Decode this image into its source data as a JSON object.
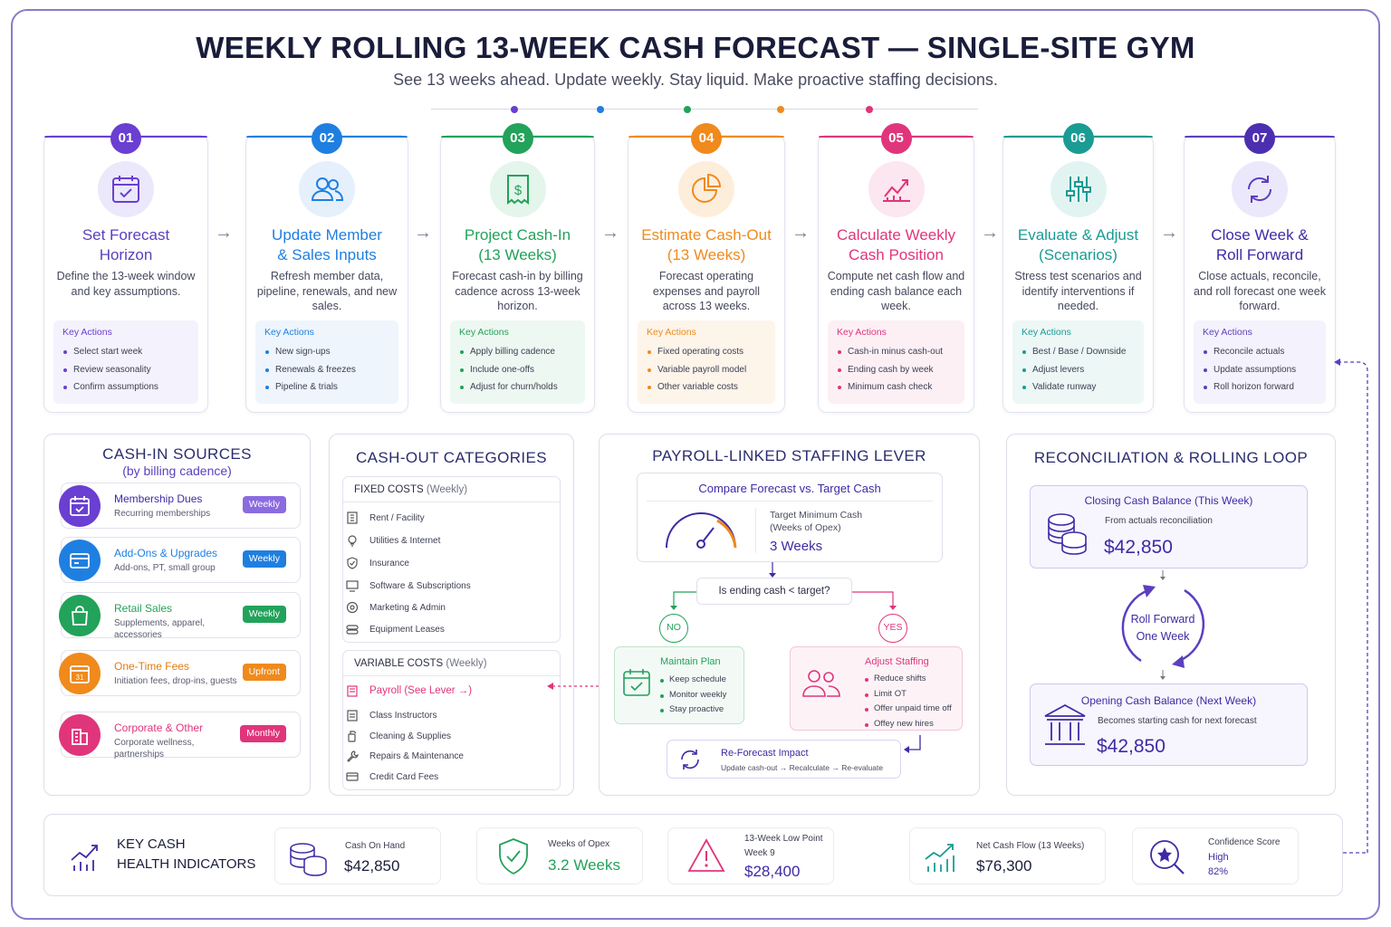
{
  "title": "WEEKLY ROLLING 13-WEEK CASH FORECAST — SINGLE-SITE GYM",
  "subtitle": "See 13 weeks ahead. Update weekly. Stay liquid. Make proactive staffing decisions.",
  "colors": {
    "purple": "#6a3fd1",
    "blue": "#1f7fe0",
    "green": "#22a25a",
    "orange": "#f08a1c",
    "pink": "#e0357a",
    "teal": "#1a9b93",
    "violet": "#5b3fbf"
  },
  "key_actions_label": "Key Actions",
  "steps": [
    {
      "num": "01",
      "icon": "calendar-check-icon",
      "title_l1": "Set Forecast",
      "title_l2": "Horizon",
      "desc": "Define the 13-week window and key assumptions.",
      "actions": [
        "Select start week",
        "Review seasonality",
        "Confirm assumptions"
      ]
    },
    {
      "num": "02",
      "icon": "users-icon",
      "title_l1": "Update Member",
      "title_l2": "& Sales Inputs",
      "desc": "Refresh member data, pipeline, renewals, and new sales.",
      "actions": [
        "New sign-ups",
        "Renewals & freezes",
        "Pipeline & trials"
      ]
    },
    {
      "num": "03",
      "icon": "receipt-dollar-icon",
      "title_l1": "Project Cash-In",
      "title_l2": "(13 Weeks)",
      "desc": "Forecast cash-in by billing cadence across 13-week horizon.",
      "actions": [
        "Apply billing cadence",
        "Include one-offs",
        "Adjust for churn/holds"
      ]
    },
    {
      "num": "04",
      "icon": "pie-chart-icon",
      "title_l1": "Estimate Cash-Out",
      "title_l2": "(13 Weeks)",
      "desc": "Forecast operating expenses and payroll across 13 weeks.",
      "actions": [
        "Fixed operating costs",
        "Variable payroll model",
        "Other variable costs"
      ]
    },
    {
      "num": "05",
      "icon": "trend-chart-icon",
      "title_l1": "Calculate Weekly",
      "title_l2": "Cash Position",
      "desc": "Compute net cash flow and ending cash balance each week.",
      "actions": [
        "Cash-in minus cash-out",
        "Ending cash by week",
        "Minimum cash check"
      ]
    },
    {
      "num": "06",
      "icon": "sliders-icon",
      "title_l1": "Evaluate & Adjust",
      "title_l2": "(Scenarios)",
      "desc": "Stress test scenarios and identify interventions if needed.",
      "actions": [
        "Best / Base / Downside",
        "Adjust levers",
        "Validate runway"
      ]
    },
    {
      "num": "07",
      "icon": "refresh-icon",
      "title_l1": "Close Week &",
      "title_l2": "Roll Forward",
      "desc": "Close actuals, reconcile, and roll forecast one week forward.",
      "actions": [
        "Reconcile actuals",
        "Update assumptions",
        "Roll horizon forward"
      ]
    }
  ],
  "cash_in": {
    "title": "CASH-IN  SOURCES",
    "subtitle": "(by billing cadence)",
    "items": [
      {
        "name": "Membership Dues",
        "sub": "Recurring memberships",
        "badge": "Weekly",
        "icon": "calendar-check-icon"
      },
      {
        "name": "Add-Ons & Upgrades",
        "sub": "Add-ons, PT, small group",
        "badge": "Weekly",
        "icon": "credit-card-icon"
      },
      {
        "name": "Retail Sales",
        "sub": "Supplements, apparel, accessories",
        "badge": "Weekly",
        "icon": "shopping-bag-icon"
      },
      {
        "name": "One-Time Fees",
        "sub": "Initiation fees, drop-ins, guests",
        "badge": "Upfront",
        "icon": "calendar-31-icon"
      },
      {
        "name": "Corporate & Other",
        "sub": "Corporate wellness, partnerships",
        "badge": "Monthly",
        "icon": "building-icon"
      }
    ]
  },
  "cash_out": {
    "title": "CASH-OUT CATEGORIES",
    "fixed_label": "FIXED COSTS",
    "fixed_period": "(Weekly)",
    "fixed": [
      "Rent / Facility",
      "Utilities & Internet",
      "Insurance",
      "Software & Subscriptions",
      "Marketing & Admin",
      "Equipment Leases"
    ],
    "variable_label": "VARIABLE COSTS",
    "variable_period": "(Weekly)",
    "payroll": "Payroll (See Lever →)",
    "variable": [
      "Class Instructors",
      "Cleaning & Supplies",
      "Repairs & Maintenance",
      "Credit Card Fees"
    ]
  },
  "payroll": {
    "title": "PAYROLL-LINKED STAFFING LEVER",
    "compare_title": "Compare Forecast vs. Target Cash",
    "target_label_l1": "Target Minimum Cash",
    "target_label_l2": "(Weeks of Opex)",
    "target_value": "3 Weeks",
    "question": "Is ending cash < target?",
    "no": "NO",
    "yes": "YES",
    "maintain_title": "Maintain Plan",
    "maintain": [
      "Keep schedule",
      "Monitor weekly",
      "Stay proactive"
    ],
    "adjust_title": "Adjust Staffing",
    "adjust": [
      "Reduce shifts",
      "Limit OT",
      "Offer unpaid time off",
      "Offey new hires"
    ],
    "reforecast_title": "Re-Forecast Impact",
    "reforecast_sub": "Update cash-out → Recalculate → Re-evaluate"
  },
  "recon": {
    "title": "RECONCILIATION & ROLLING LOOP",
    "closing_title": "Closing Cash Balance (This Week)",
    "closing_sub": "From actuals reconciliation",
    "closing_value": "$42,850",
    "roll_l1": "Roll Forward",
    "roll_l2": "One Week",
    "opening_title": "Opening Cash Balance (Next Week)",
    "opening_sub": "Becomes starting cash for next forecast",
    "opening_value": "$42,850"
  },
  "kpis": {
    "title_l1": "KEY CASH",
    "title_l2": "HEALTH INDICATORS",
    "cash_on_hand_label": "Cash On Hand",
    "cash_on_hand": "$42,850",
    "weeks_opex_label": "Weeks of Opex",
    "weeks_opex": "3.2 Weeks",
    "low_point_label": "13-Week Low Point",
    "low_point_week": "Week 9",
    "low_point": "$28,400",
    "net_flow_label": "Net Cash Flow (13 Weeks)",
    "net_flow": "$76,300",
    "confidence_label": "Confidence Score",
    "confidence_level": "High",
    "confidence_pct": "82%"
  }
}
